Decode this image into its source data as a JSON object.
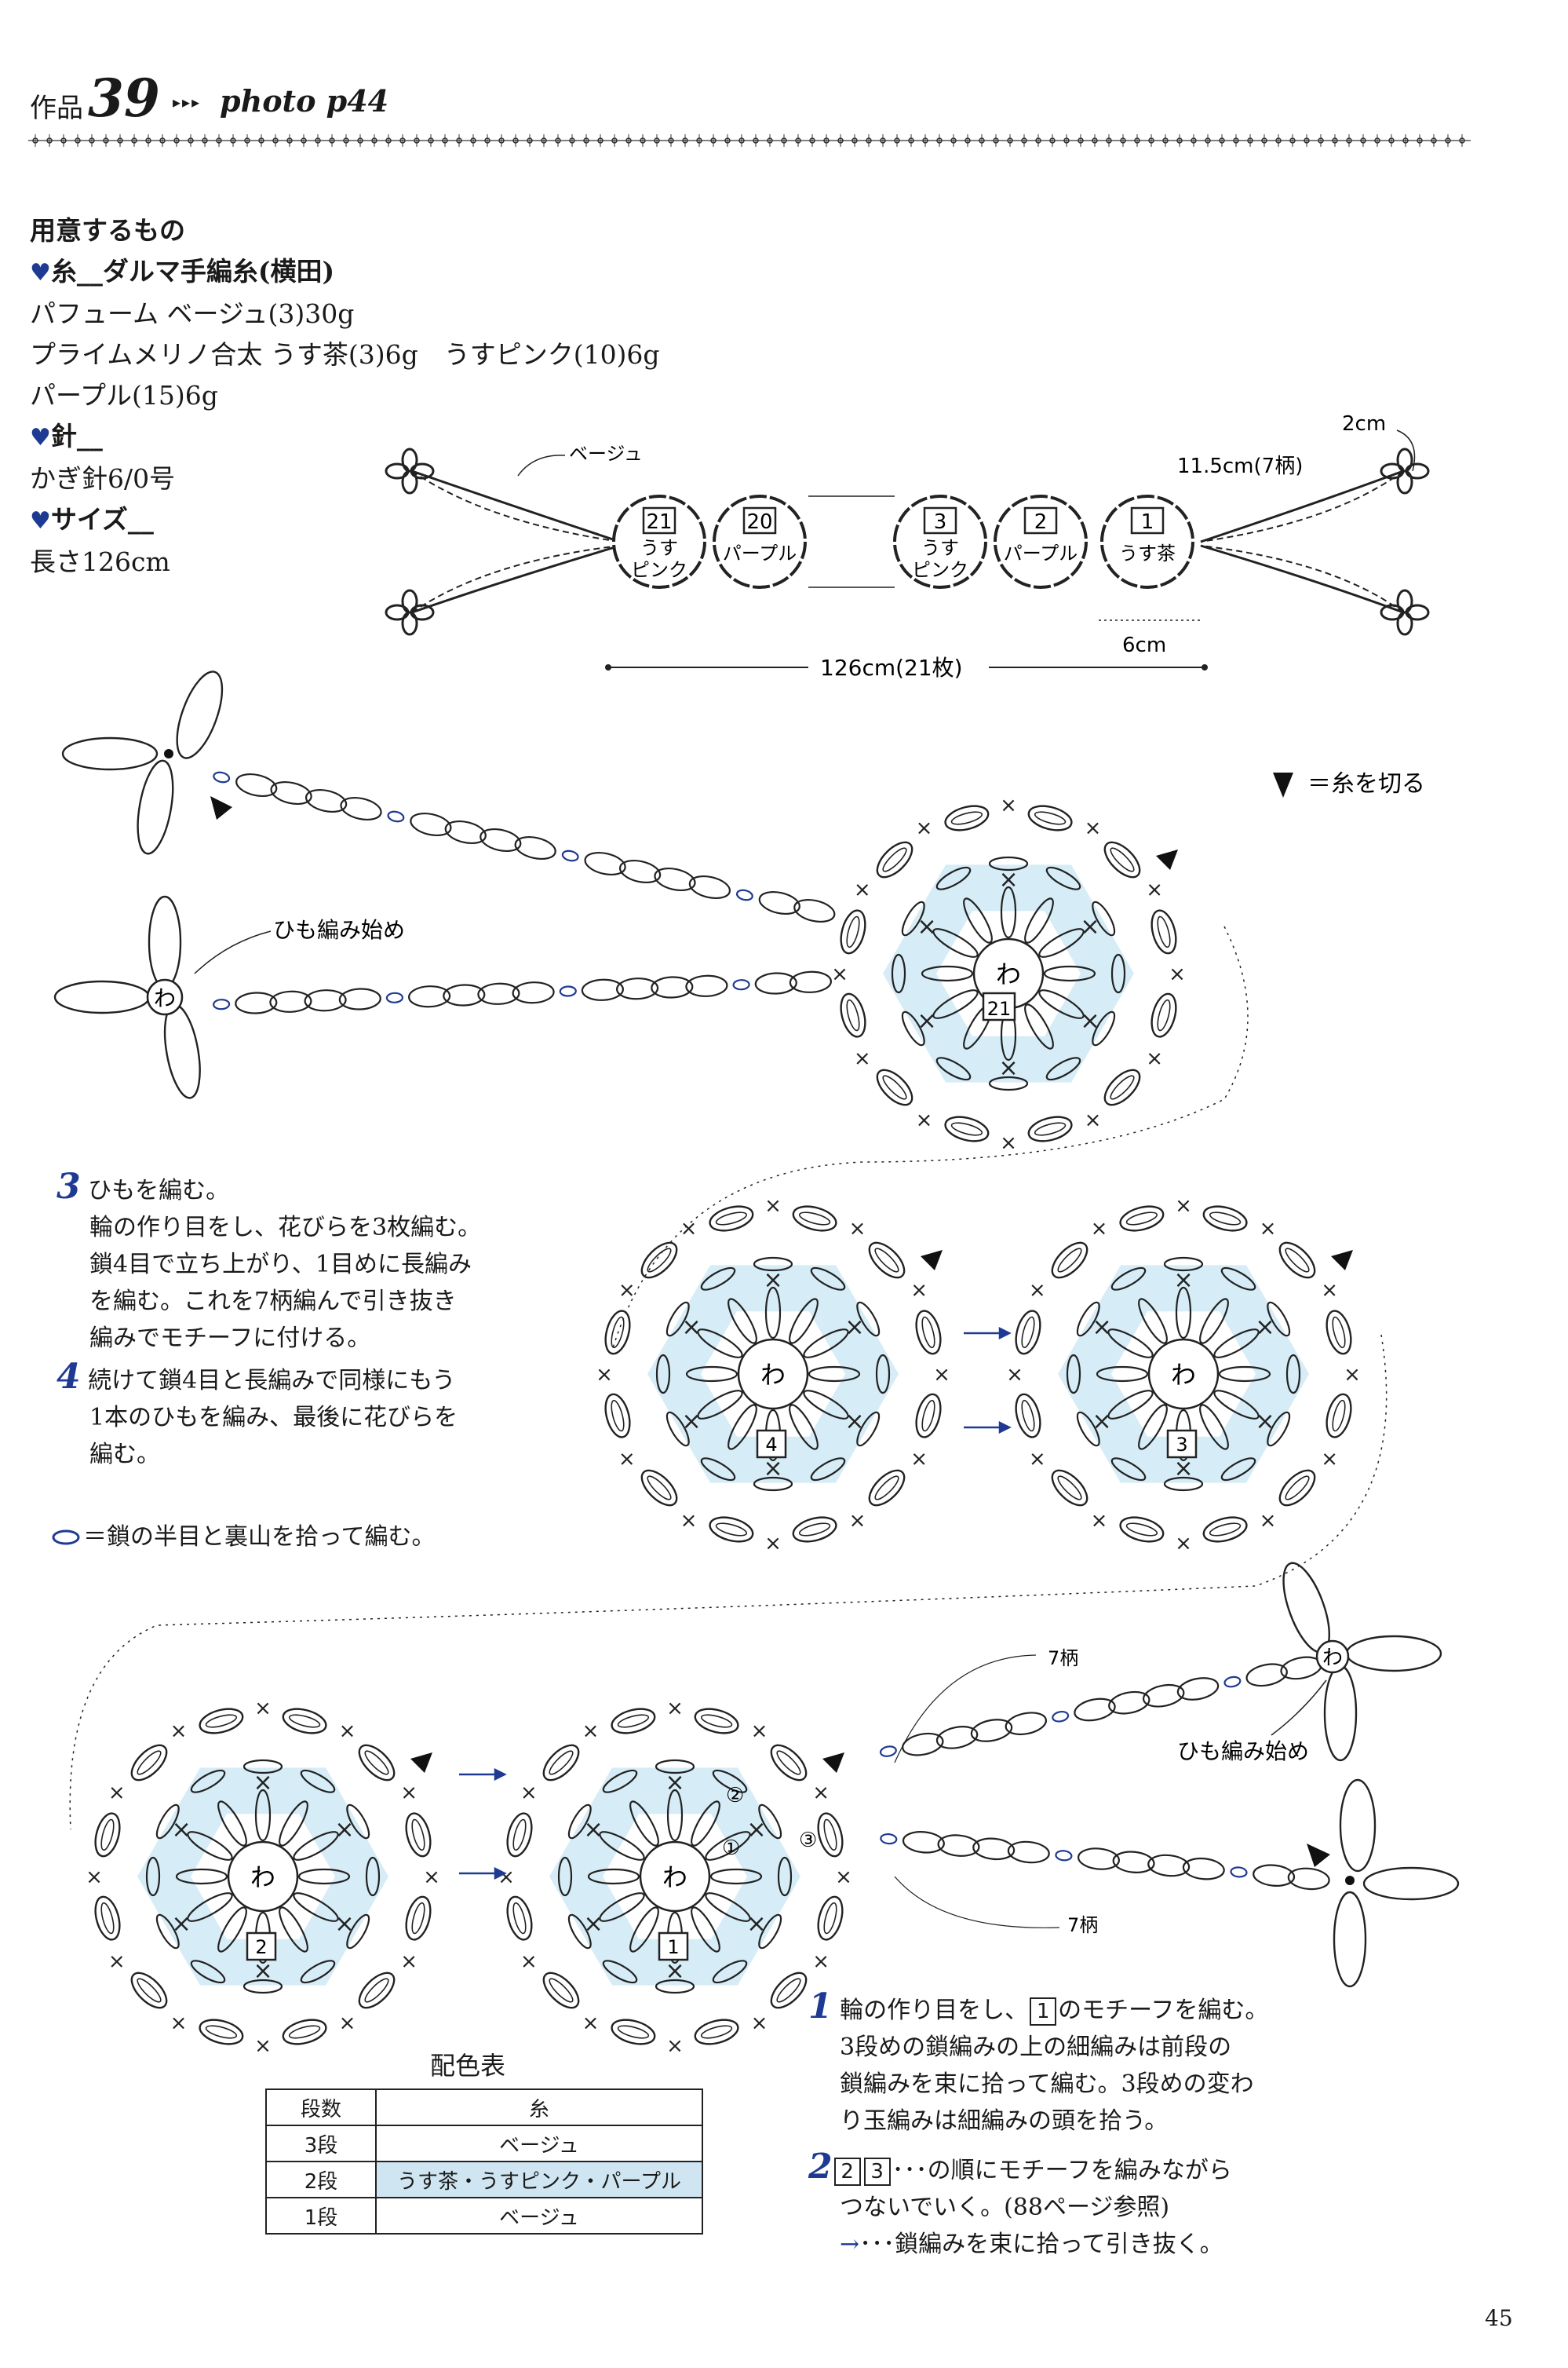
{
  "header": {
    "kind": "作品",
    "number": "39",
    "arrows": "▸▸▸",
    "photo": "photo p44"
  },
  "materials": {
    "title": "用意するもの",
    "yarn_label": "糸__ダルマ手編糸(横田)",
    "yarn_line1": "パフューム ベージュ(3)30g",
    "yarn_line2": "プライムメリノ合太 うす茶(3)6g　うすピンク(10)6g",
    "yarn_line3": "パープル(15)6g",
    "needle_label": "針__",
    "needle_line": "かぎ針6/0号",
    "size_label": "サイズ__",
    "size_line": "長さ126cm"
  },
  "overview": {
    "beige": "ベージュ",
    "dim_2cm": "2cm",
    "dim_11_5": "11.5cm(7柄)",
    "dim_6cm": "6cm",
    "dim_total": "126cm(21枚)",
    "motifs": [
      {
        "num": "21",
        "lines": [
          "うす",
          "ピンク"
        ]
      },
      {
        "num": "20",
        "lines": [
          "パープル"
        ]
      },
      {
        "num": "3",
        "lines": [
          "うす",
          "ピンク"
        ]
      },
      {
        "num": "2",
        "lines": [
          "パープル"
        ]
      },
      {
        "num": "1",
        "lines": [
          "うす茶"
        ]
      }
    ]
  },
  "chart": {
    "cut_legend": "＝糸を切る",
    "ring": "わ",
    "string_start": "ひも編み始め",
    "seven": "7柄",
    "motif_nums": [
      "21",
      "4",
      "3",
      "2",
      "1"
    ],
    "circled": [
      "①",
      "②",
      "③"
    ]
  },
  "steps34": {
    "n3": "3",
    "s3_l1": "ひもを編む。",
    "s3_l2": "輪の作り目をし、花びらを3枚編む。",
    "s3_l3": "鎖4目で立ち上がり、1目めに長編み",
    "s3_l4": "を編む。これを7柄編んで引き抜き",
    "s3_l5": "編みでモチーフに付ける。",
    "n4": "4",
    "s4_l1": "続けて鎖4目と長編みで同様にもう",
    "s4_l2": "1本のひもを編み、最後に花びらを",
    "s4_l3": "編む。",
    "oval_note": "＝鎖の半目と裏山を拾って編む。"
  },
  "color_table": {
    "title": "配色表",
    "header": [
      "段数",
      "糸"
    ],
    "rows": [
      [
        "3段",
        "ベージュ"
      ],
      [
        "2段",
        "うす茶・うすピンク・パープル"
      ],
      [
        "1段",
        "ベージュ"
      ]
    ]
  },
  "steps12": {
    "n1": "1",
    "s1_l1a": "輪の作り目をし、",
    "s1_box": "1",
    "s1_l1b": "のモチーフを編む。",
    "s1_l2": "3段めの鎖編みの上の細編みは前段の",
    "s1_l3": "鎖編みを束に拾って編む。3段めの変わ",
    "s1_l4": "り玉編みは細編みの頭を拾う。",
    "n2": "2",
    "s2_box1": "2",
    "s2_box2": "3",
    "s2_l1": "･･･の順にモチーフを編みながら",
    "s2_l2": "つないでいく。(88ページ参照)",
    "s2_arrow": "→",
    "s2_l3": "･･･鎖編みを束に拾って引き抜く。"
  },
  "page_number": "45",
  "colors": {
    "accent": "#1f3a93",
    "tint": "#d6ecf6",
    "ink": "#222222"
  }
}
